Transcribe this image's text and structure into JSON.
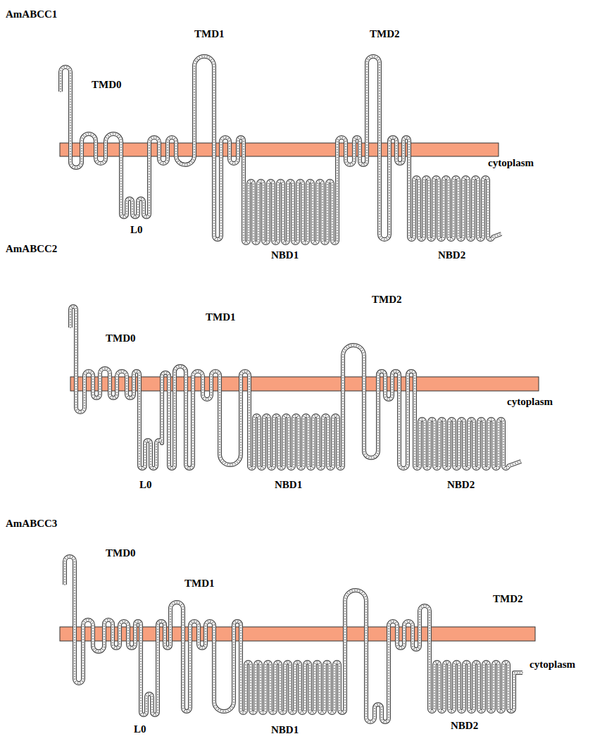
{
  "diagram": {
    "labels": [
      "AmABCC1",
      "TMD1",
      "TMD2",
      "TMD0",
      "cytoplasm",
      "L0",
      "NBD1",
      "NBD2",
      "AmABCC2",
      "TMD0",
      "TMD1",
      "TMD2",
      "cytoplasm",
      "L0",
      "NBD1",
      "NBD2",
      "AmABCC3",
      "TMD0",
      "TMD1",
      "TMD2",
      "cytoplasm",
      "L0",
      "NBD1",
      "NBD2"
    ]
  }
}
